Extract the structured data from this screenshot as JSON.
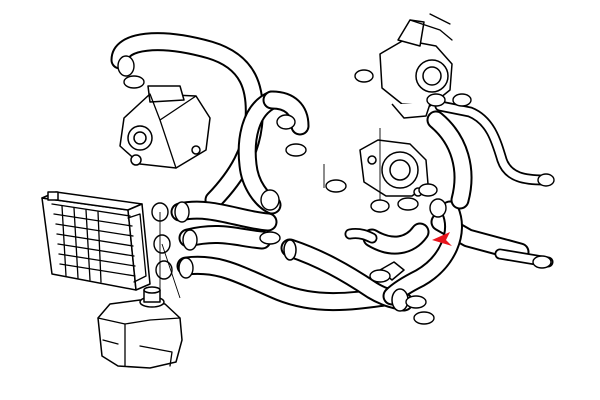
{
  "diagram": {
    "background": "#ffffff",
    "line_color": "#000000",
    "indicator_color": "#e8141c",
    "components": [
      {
        "id": "water-pump",
        "icon": "water-pump-icon"
      },
      {
        "id": "radiator",
        "icon": "radiator-icon"
      },
      {
        "id": "expansion-tank",
        "icon": "expansion-tank-icon"
      },
      {
        "id": "thermostat-housing",
        "icon": "thermostat-housing-icon"
      },
      {
        "id": "throttle-body",
        "icon": "throttle-body-icon"
      },
      {
        "id": "coolant-hoses",
        "icon": "hose-icon"
      },
      {
        "id": "hose-clamps",
        "icon": "hose-clamp-icon"
      },
      {
        "id": "selected-hose-indicator",
        "icon": "red-arrow-icon"
      }
    ]
  }
}
